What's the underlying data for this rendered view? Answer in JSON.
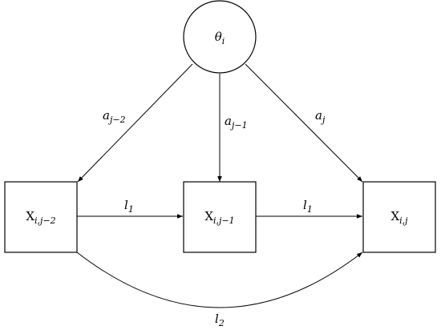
{
  "diagram": {
    "latent": {
      "symbol": "θ",
      "subscript": "i"
    },
    "observed": [
      {
        "symbol": "X",
        "subscript": "i,j−2"
      },
      {
        "symbol": "X",
        "subscript": "i,j−1"
      },
      {
        "symbol": "X",
        "subscript": "i,j"
      }
    ],
    "loadings": [
      {
        "symbol": "a",
        "subscript": "j−2"
      },
      {
        "symbol": "a",
        "subscript": "j−1"
      },
      {
        "symbol": "a",
        "subscript": "j"
      }
    ],
    "lags": [
      {
        "symbol": "l",
        "subscript": "1"
      },
      {
        "symbol": "l",
        "subscript": "1"
      },
      {
        "symbol": "l",
        "subscript": "2"
      }
    ]
  }
}
